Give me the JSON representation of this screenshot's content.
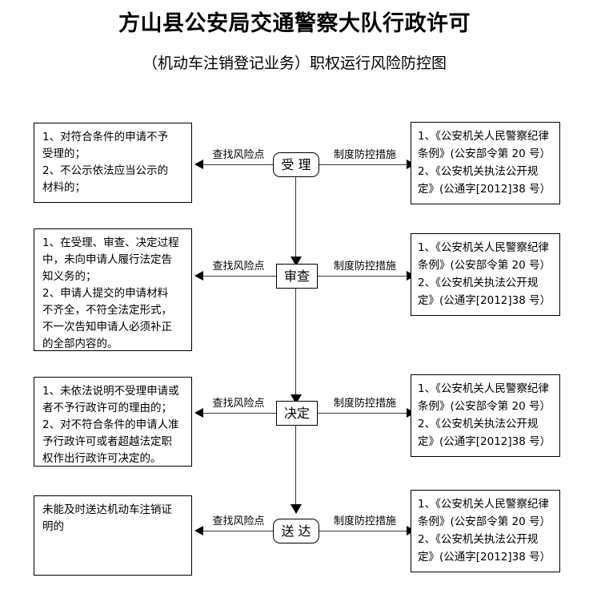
{
  "document": {
    "main_title": "方山县公安局交通警察大队行政许可",
    "sub_title": "（机动车注销登记业务）职权运行风险防控图"
  },
  "labels": {
    "risk_label": "查找风险点",
    "measure_label": "制度防控措施"
  },
  "measures_common": {
    "line1": "1、《公安机关人民警察纪律",
    "line2": "条例》(公安部令第 20 号）",
    "line3": "2、《公安机关执法公开规",
    "line4": "定》(公通字[2012]38 号）"
  },
  "rows": [
    {
      "node": "受  理",
      "node_shape": "rounded",
      "risks": [
        "1、对符合条件的申请不予",
        "受理的；",
        "2、不公示依法应当公示的",
        "材料的；"
      ],
      "measures": [
        "1、《公安机关人民警察纪律",
        "条例》(公安部令第 20 号）",
        "2、《公安机关执法公开规",
        "定》(公通字[2012]38 号）"
      ]
    },
    {
      "node": "审查",
      "node_shape": "square",
      "risks": [
        "1、在受理、审查、决定过程",
        "中，未向申请人履行法定告",
        "知义务的；",
        "2、申请人提交的申请材料",
        "不齐全，不符全法定形式，",
        "不一次告知申请人必须补正",
        "的全部内容的。"
      ],
      "measures": [
        "1、《公安机关人民警察纪律",
        "条例》(公安部令第 20 号）",
        "2、《公安机关执法公开规",
        "定》(公通字[2012]38 号）"
      ]
    },
    {
      "node": "决定",
      "node_shape": "square",
      "risks": [
        "1、未依法说明不受理申请或",
        "者不予行政许可的理由的；",
        "2、对不符合条件的申请人准",
        "予行政许可或者超越法定职",
        "权作出行政许可决定的。"
      ],
      "measures": [
        "1、《公安机关人民警察纪律",
        "条例》(公安部令第 20 号）",
        "2、《公安机关执法公开规",
        "定》(公通字[2012]38 号）"
      ]
    },
    {
      "node": "送  达",
      "node_shape": "rounded",
      "risks": [
        "未能及时送达机动车注销证",
        "明的"
      ],
      "measures": [
        "1、《公安机关人民警察纪律",
        "条例》(公安部令第 20 号）",
        "2、《公安机关执法公开规",
        "定》(公通字[2012]38 号）"
      ]
    }
  ]
}
